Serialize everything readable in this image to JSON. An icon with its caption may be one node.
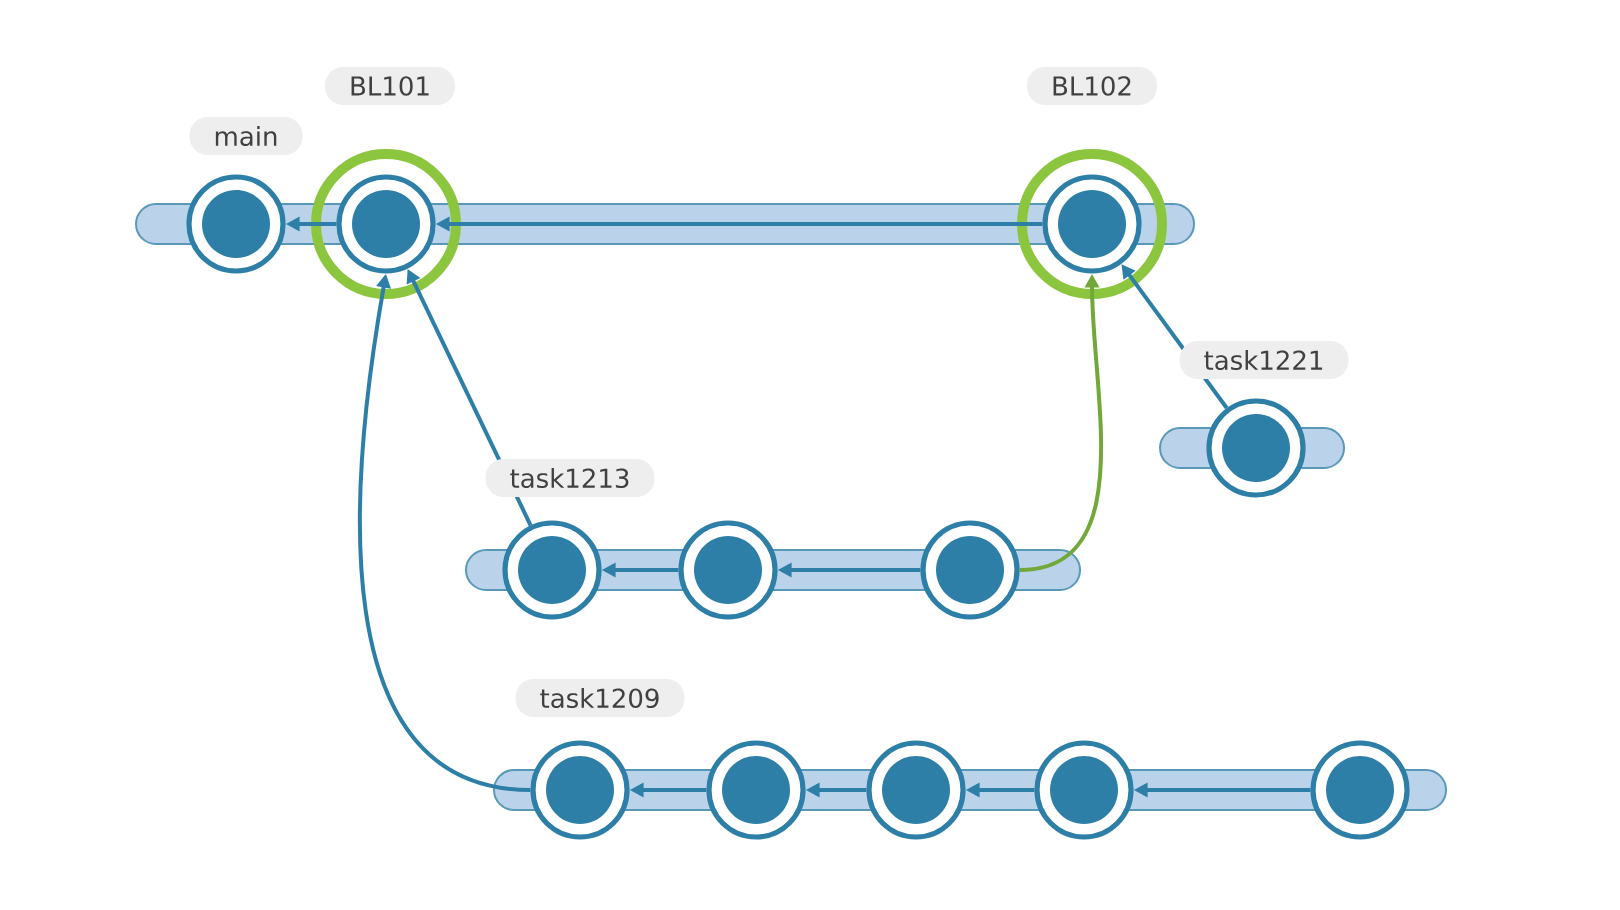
{
  "diagram": {
    "nodes": [
      {
        "text": [],
        "shape": "circle",
        "beside": [
          "main"
        ]
      },
      {
        "text": [],
        "shape": "circle",
        "beside": [
          "BL101"
        ]
      },
      {
        "text": [],
        "shape": "circle",
        "beside": [
          "BL102"
        ]
      },
      {
        "text": [],
        "shape": "circle",
        "beside": [
          "task1221"
        ]
      },
      {
        "text": [],
        "shape": "circle",
        "beside": [
          "task1213"
        ]
      },
      {
        "text": [],
        "shape": "circle"
      },
      {
        "text": [],
        "shape": "circle"
      },
      {
        "text": [],
        "shape": "circle",
        "beside": [
          "task1209"
        ]
      },
      {
        "text": [],
        "shape": "circle"
      },
      {
        "text": [],
        "shape": "circle"
      },
      {
        "text": [],
        "shape": "circle"
      },
      {
        "text": [],
        "shape": "circle"
      }
    ],
    "edges": [
      {
        "from": 1,
        "to": 0,
        "arrow": "to"
      },
      {
        "from": 2,
        "to": 1,
        "arrow": "to"
      },
      {
        "from": 4,
        "to": 1,
        "arrow": "to"
      },
      {
        "from": 7,
        "to": 1,
        "arrow": "to"
      },
      {
        "from": 5,
        "to": 4,
        "arrow": "to"
      },
      {
        "from": 6,
        "to": 5,
        "arrow": "to"
      },
      {
        "from": 6,
        "to": 2,
        "arrow": "to",
        "color": "#72a83a"
      },
      {
        "from": 3,
        "to": 2,
        "arrow": "to"
      },
      {
        "from": 8,
        "to": 7,
        "arrow": "to"
      },
      {
        "from": 9,
        "to": 8,
        "arrow": "to"
      },
      {
        "from": 10,
        "to": 9,
        "arrow": "to"
      },
      {
        "from": 11,
        "to": 10,
        "arrow": "to"
      }
    ]
  }
}
